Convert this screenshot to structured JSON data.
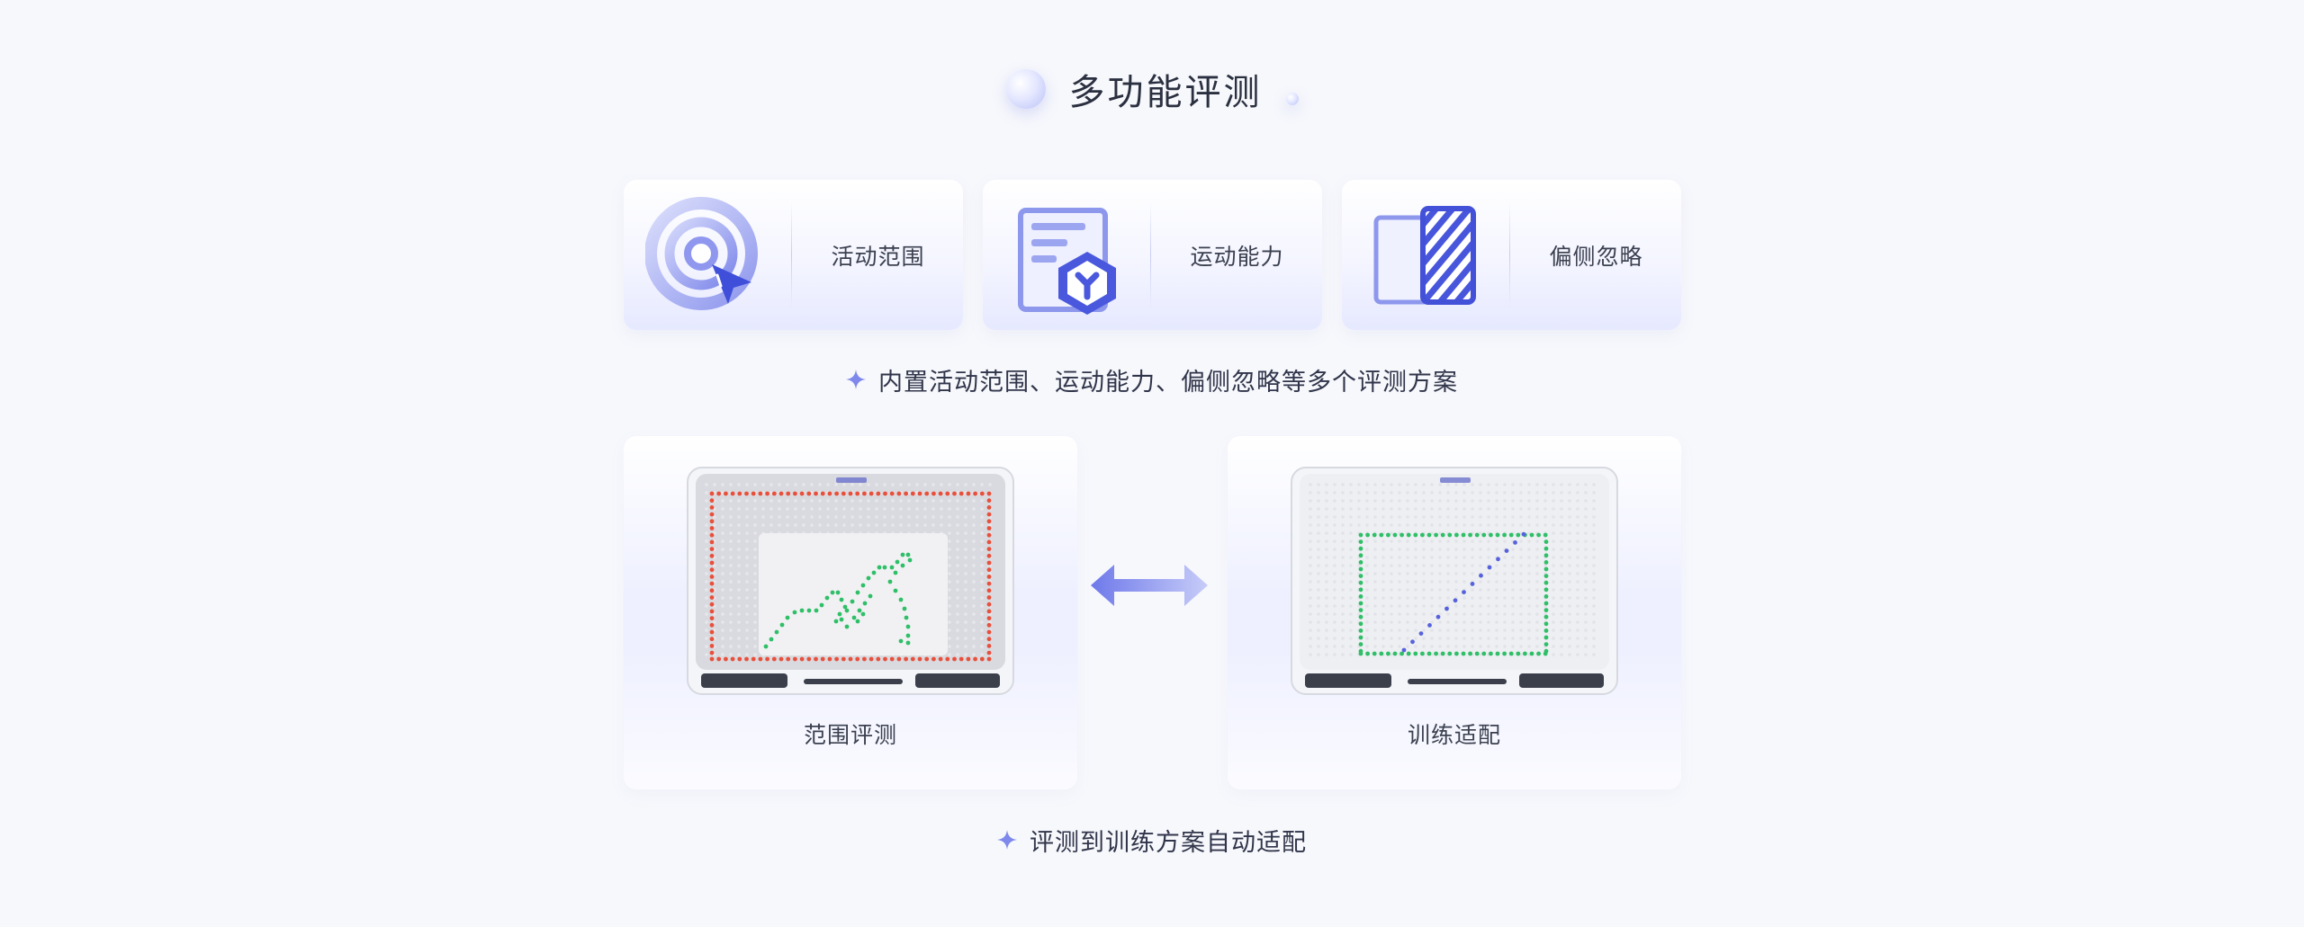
{
  "header": {
    "title": "多功能评测"
  },
  "features": [
    {
      "label": "活动范围",
      "icon": "target-cursor-icon"
    },
    {
      "label": "运动能力",
      "icon": "document-cube-icon"
    },
    {
      "label": "偏侧忽略",
      "icon": "split-panel-icon"
    }
  ],
  "captions": {
    "features_note": "内置活动范围、运动能力、偏侧忽略等多个评测方案",
    "flow_note": "评测到训练方案自动适配"
  },
  "devices": [
    {
      "label": "范围评测"
    },
    {
      "label": "训练适配"
    }
  ],
  "colors": {
    "accent": "#5561e6",
    "accent_light": "#a7aff2",
    "red_dots": "#e8503c",
    "green_dots": "#2fbf68",
    "blue_dots": "#5662dc"
  }
}
